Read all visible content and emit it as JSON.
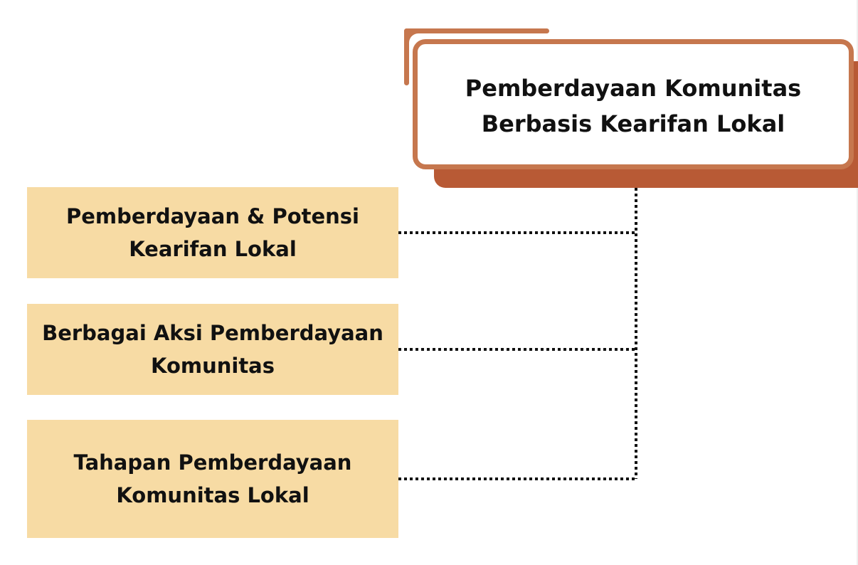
{
  "diagram": {
    "title": "Pemberdayaan Komunitas Berbasis Kearifan Lokal",
    "topics": [
      {
        "label": "Pemberdayaan & Potensi Kearifan Lokal"
      },
      {
        "label": "Berbagai Aksi Pemberdayaan Komunitas"
      },
      {
        "label": "Tahapan Pemberdayaan Komunitas Lokal"
      }
    ],
    "colors": {
      "title_border": "#c6774e",
      "title_shadow": "#b85a35",
      "topic_fill": "#f7dba4",
      "connector": "#111111",
      "text": "#111111"
    }
  }
}
